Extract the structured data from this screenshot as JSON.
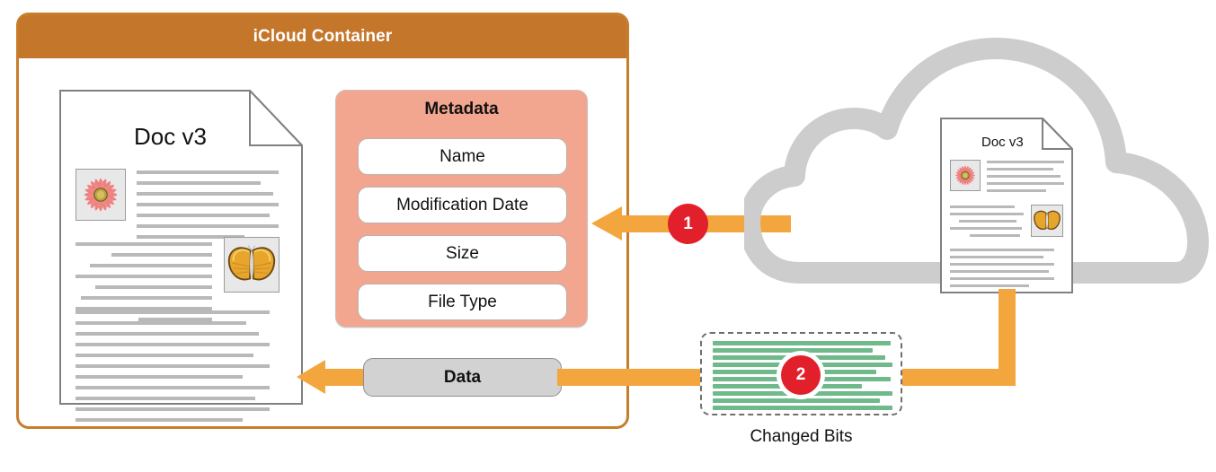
{
  "container": {
    "title": "iCloud Container",
    "header_color": "#C4762B",
    "border_color": "#C87D2B"
  },
  "local_document": {
    "title": "Doc v3",
    "flower_icon": "flower-image",
    "butterfly_icon": "butterfly-image"
  },
  "cloud_document": {
    "title": "Doc v3",
    "flower_icon": "flower-image",
    "butterfly_icon": "butterfly-image"
  },
  "metadata": {
    "title": "Metadata",
    "background_color": "#F2A68F",
    "items": [
      {
        "label": "Name"
      },
      {
        "label": "Modification Date"
      },
      {
        "label": "Size"
      },
      {
        "label": "File Type"
      }
    ]
  },
  "data_pill": {
    "label": "Data",
    "background_color": "#D2D2D2"
  },
  "arrows": {
    "color": "#F4A63E",
    "metadata_arrow": {
      "badge": "1"
    },
    "data_arrow": {
      "badge": "2"
    }
  },
  "badges": {
    "color": "#E2202B",
    "one": "1",
    "two": "2"
  },
  "changed_bits": {
    "label": "Changed Bits",
    "line_color": "#6FB98A",
    "border_style": "dashed"
  },
  "cloud": {
    "icon": "cloud-icon",
    "color": "#CDCDCD"
  }
}
